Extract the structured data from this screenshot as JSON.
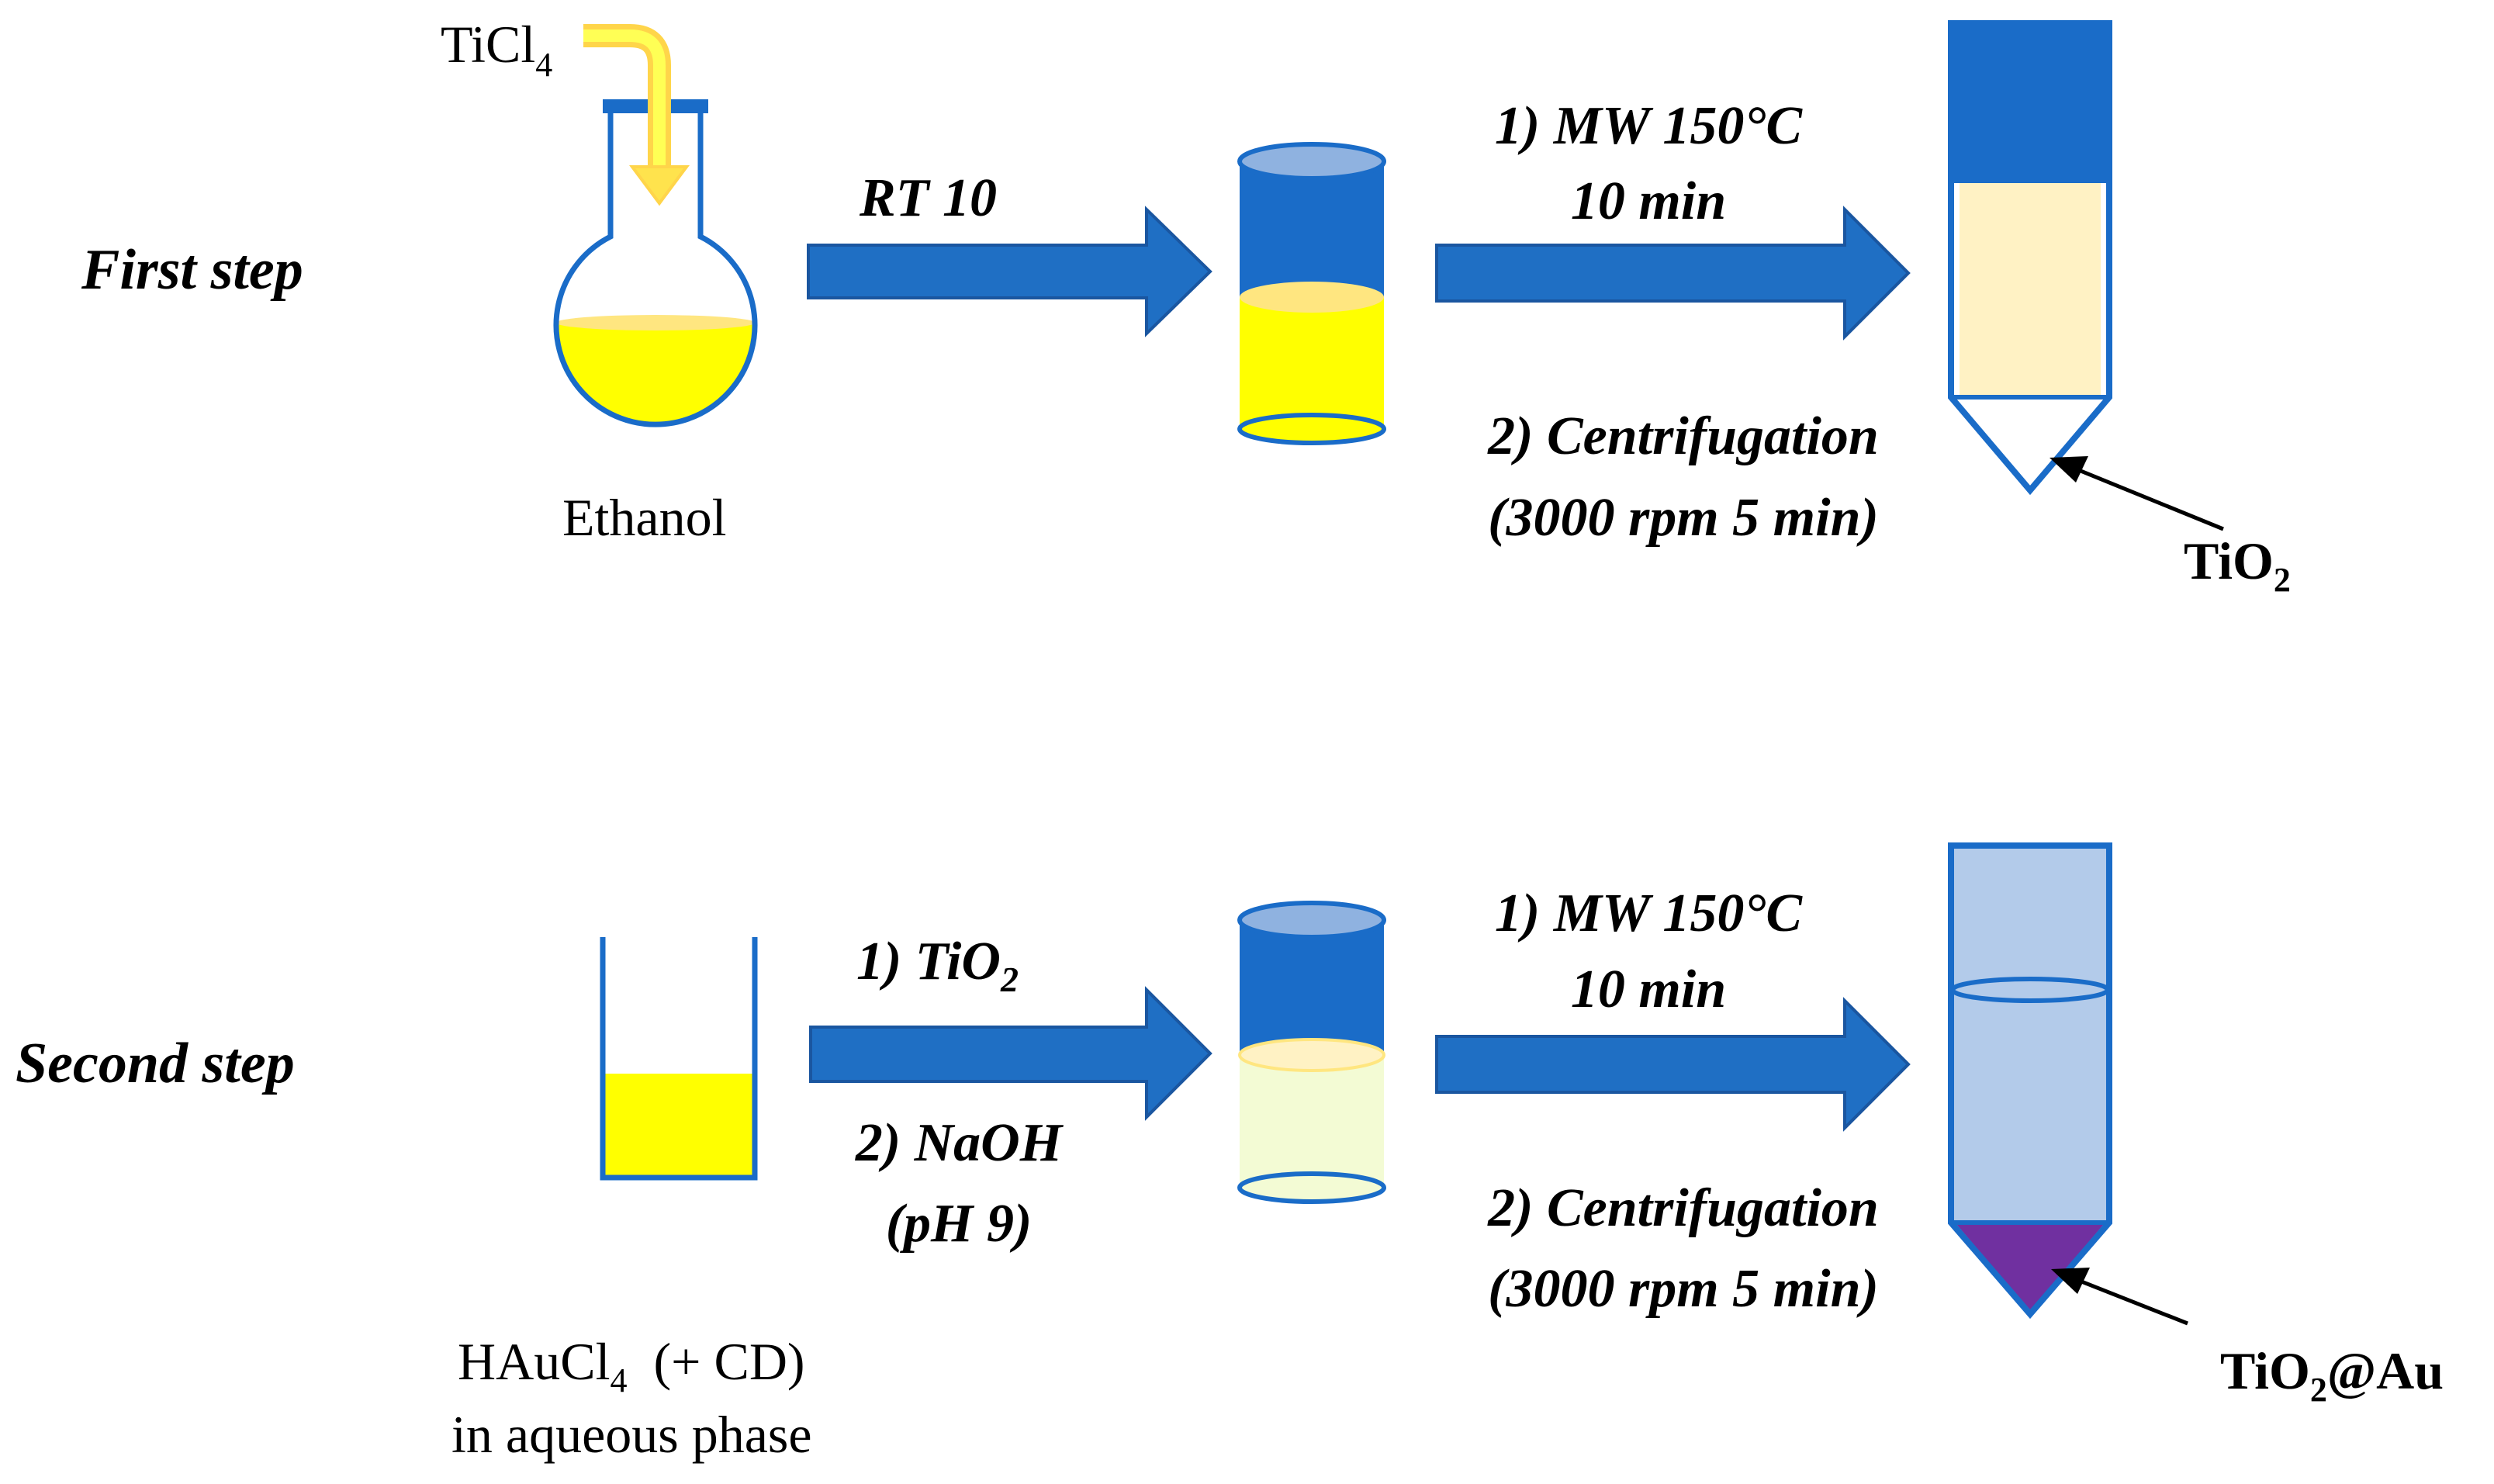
{
  "steps": {
    "first": {
      "label": "First step",
      "reagent": {
        "main": "TiCl",
        "sub": "4"
      },
      "solvent": "Ethanol",
      "arrow1": "RT 10",
      "arrow2_top": {
        "line1": "1) MW 150°C",
        "line2": "10 min"
      },
      "arrow2_bottom": {
        "line1": "2) Centrifugation",
        "line2": "(3000 rpm 5 min)"
      },
      "product": {
        "main": "TiO",
        "sub": "2",
        "suffix": ""
      }
    },
    "second": {
      "label": "Second step",
      "reagent": {
        "main": "HAuCl",
        "sub": "4",
        "suffix": "  (+ CD)",
        "line2": "in aqueous phase"
      },
      "arrow1_top": {
        "main": "1) TiO",
        "sub": "2"
      },
      "arrow1_bottom": {
        "line1": "2) NaOH",
        "line2": "(pH 9)"
      },
      "arrow2_top": {
        "line1": "1) MW 150°C",
        "line2": "10 min"
      },
      "arrow2_bottom": {
        "line1": "2) Centrifugation",
        "line2": "(3000 rpm 5 min)"
      },
      "product": {
        "main": "TiO",
        "sub": "2",
        "suffix": "@Au"
      }
    }
  },
  "colors": {
    "arrow_fill": "#1f6fc4",
    "arrow_stroke": "#1a56a0",
    "vessel_blue": "#1a6cc8",
    "vessel_top": "#8fb2e0",
    "yellow": "#ffff00",
    "yellow_top": "#ffe680",
    "cream": "#fff2c4",
    "pale_yellow": "#f3fbd4",
    "pale_blue": "#b3cbea",
    "purple": "#7030a0",
    "ticl_arrow": "#ffe34d"
  }
}
